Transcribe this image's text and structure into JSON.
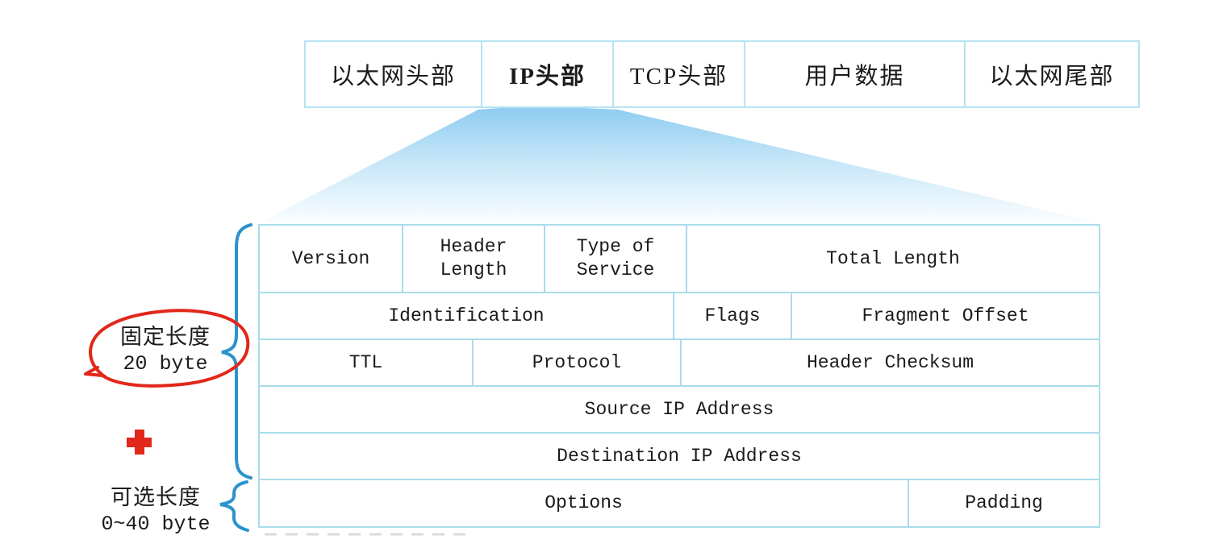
{
  "frame_row": {
    "cells": [
      {
        "label": "以太网头部"
      },
      {
        "label": "IP头部"
      },
      {
        "label": "TCP头部"
      },
      {
        "label": "用户数据"
      },
      {
        "label": "以太网尾部"
      }
    ]
  },
  "ip_header": {
    "row1": {
      "version": "Version",
      "header_length": "Header\nLength",
      "type_of_service": "Type of\nService",
      "total_length": "Total Length"
    },
    "row2": {
      "identification": "Identification",
      "flags": "Flags",
      "fragment_offset": "Fragment Offset"
    },
    "row3": {
      "ttl": "TTL",
      "protocol": "Protocol",
      "header_checksum": "Header Checksum"
    },
    "row4": {
      "source_ip": "Source IP Address"
    },
    "row5": {
      "destination_ip": "Destination IP Address"
    },
    "row6": {
      "options": "Options",
      "padding": "Padding"
    }
  },
  "annotations": {
    "fixed_length_line1": "固定长度",
    "fixed_length_line2": "20 byte",
    "optional_length_line1": "可选长度",
    "optional_length_line2": "0~40 byte"
  },
  "colors": {
    "table_border": "#aadcec",
    "frame_border": "#b7e3f3",
    "brace_blue": "#2a93cc",
    "annotation_red": "#e2271b",
    "funnel_top": "#8ccbf0",
    "funnel_mid": "#c3e5f8",
    "funnel_bottom": "#fbfeff",
    "text": "#1b1b1b"
  }
}
